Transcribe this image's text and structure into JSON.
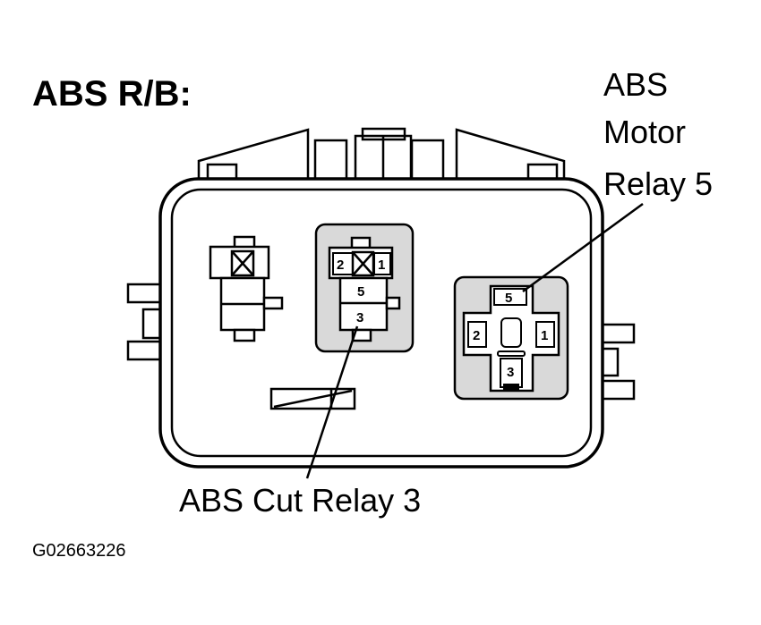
{
  "title": "ABS R/B:",
  "callouts": {
    "motor_relay": [
      "ABS",
      "Motor",
      "Relay 5"
    ],
    "cut_relay": "ABS Cut Relay 3"
  },
  "relays": {
    "cut_relay_pins": {
      "p1": "1",
      "p2": "2",
      "p3": "3",
      "p5": "5"
    },
    "motor_relay_pins": {
      "p1": "1",
      "p2": "2",
      "p3": "3",
      "p5": "5"
    }
  },
  "figure_id": "G02663226"
}
